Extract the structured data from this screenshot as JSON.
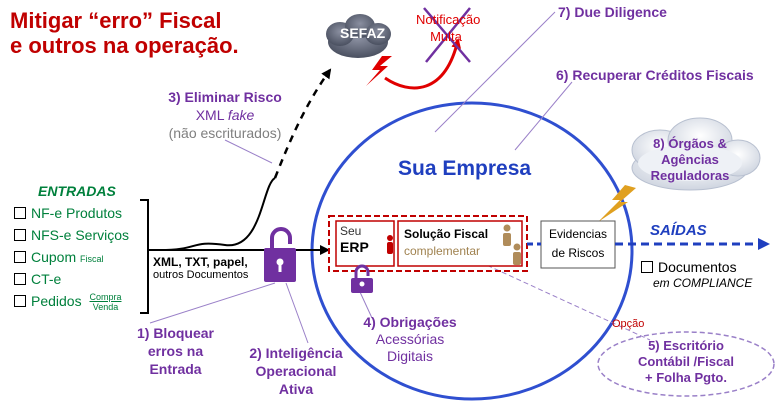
{
  "title": {
    "line1": "Mitigar “erro” Fiscal",
    "line2": "e outros na operação."
  },
  "sefaz": {
    "label": "SEFAZ"
  },
  "notificacao": {
    "line1": "Notificação",
    "line2": "Multa"
  },
  "labels": {
    "due_diligence": "7) Due Diligence",
    "recuperar": "6) Recuperar Créditos Fiscais",
    "eliminar_title": "3) Eliminar Risco",
    "eliminar_xml": "XML ",
    "eliminar_fake": "fake",
    "eliminar_nao": "(não escriturados)",
    "sua_empresa": "Sua Empresa",
    "orgaos_l1": "8) Órgãos &",
    "orgaos_l2": "Agências",
    "orgaos_l3": "Reguladoras",
    "saidas": "SAÍDAS"
  },
  "entradas": {
    "heading": "ENTRADAS",
    "items": [
      {
        "label": "NF-e Produtos",
        "suffix": ""
      },
      {
        "label": "NFS-e Serviços",
        "suffix": ""
      },
      {
        "label": "Cupom",
        "suffix": "Fiscal"
      },
      {
        "label": "CT-e",
        "suffix": ""
      },
      {
        "label": "Pedidos",
        "suffix_top": "Compra",
        "suffix_bottom": "Venda"
      }
    ]
  },
  "flow": {
    "line1": "XML, TXT, papel,",
    "line2": "outros Documentos"
  },
  "erp": {
    "seu": "Seu",
    "erp": "ERP"
  },
  "solucao": {
    "line1": "Solução Fiscal",
    "line2": "complementar"
  },
  "evidencias": {
    "line1": "Evidencias",
    "line2": "de Riscos"
  },
  "documentos": {
    "line1": "Documentos",
    "line2": "em COMPLIANCE"
  },
  "bloquear": {
    "l1": "1) Bloquear",
    "l2": "erros na",
    "l3": "Entrada"
  },
  "inteligencia": {
    "l1": "2) Inteligência",
    "l2": "Operacional",
    "l3": "Ativa"
  },
  "obrigacoes": {
    "l1": "4) Obrigações",
    "l2": "Acessórias",
    "l3": "Digitais"
  },
  "opcao": "Opção",
  "escritorio": {
    "l1": "5) Escritório",
    "l2": "Contábil /Fiscal",
    "l3": "+ Folha Pgto."
  },
  "colors": {
    "title": "#c00000",
    "purple": "#7030a0",
    "green": "#00803c",
    "blue": "#1f3fbf",
    "red": "#e00000",
    "gold": "#e0a020"
  },
  "icons": [
    "lock-icon",
    "cloud-icon",
    "lightning-icon",
    "person-icon",
    "arrow-icon"
  ]
}
